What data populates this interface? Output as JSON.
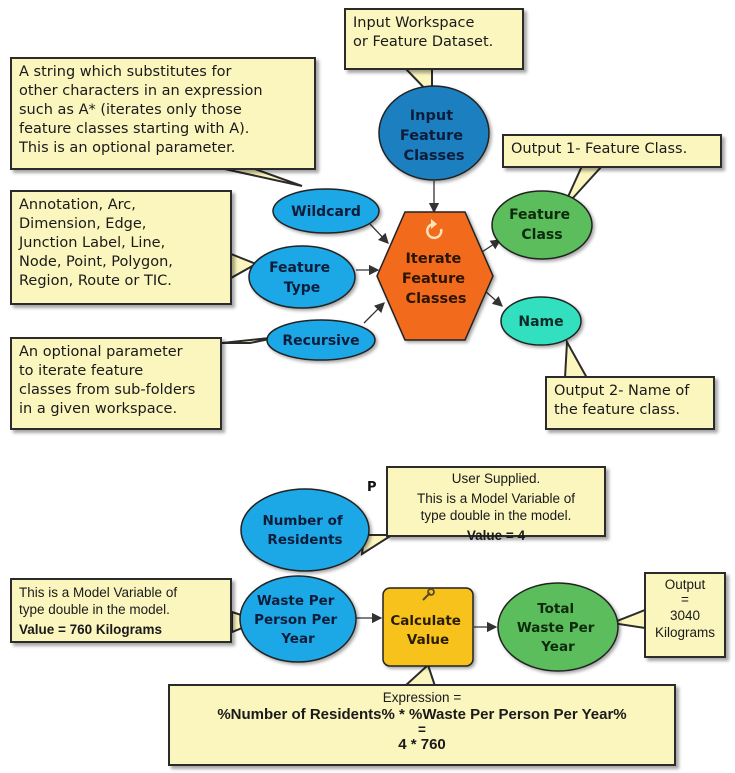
{
  "top_model": {
    "input_workspace_note": [
      "Input Workspace",
      "or Feature Dataset."
    ],
    "wildcard_note": [
      "A string which substitutes for",
      "other characters in an expression",
      "such as A* (iterates only those",
      "feature classes starting with A).",
      "This is an optional parameter."
    ],
    "feature_type_note": [
      "Annotation, Arc,",
      "Dimension, Edge,",
      "Junction Label, Line,",
      "Node, Point, Polygon,",
      "Region, Route or TIC."
    ],
    "recursive_note": [
      "An optional parameter",
      "to iterate feature",
      "classes from sub-folders",
      "in a given workspace."
    ],
    "output1_note": "Output 1- Feature Class.",
    "output2_note": [
      "Output 2- Name of",
      "the feature class."
    ],
    "input_feature_classes_label": [
      "Input",
      "Feature",
      "Classes"
    ],
    "wildcard_label": "Wildcard",
    "feature_type_label": [
      "Feature",
      "Type"
    ],
    "recursive_label": "Recursive",
    "iterate_label": [
      "Iterate",
      "Feature",
      "Classes"
    ],
    "feature_class_label": [
      "Feature",
      "Class"
    ],
    "name_label": "Name"
  },
  "bottom_model": {
    "p_marker": "P",
    "user_supplied_note": {
      "heading": "User Supplied.",
      "body": [
        "This is a Model Variable of",
        "type double in the model."
      ],
      "value": "Value = 4"
    },
    "waste_note": {
      "body": [
        "This is a Model Variable of",
        "type double in the model."
      ],
      "value": "Value = 760 Kilograms"
    },
    "output_note": [
      "Output",
      "=",
      "3040",
      "Kilograms"
    ],
    "number_of_residents_label": [
      "Number of",
      "Residents"
    ],
    "waste_per_person_label": [
      "Waste Per",
      "Person Per",
      "Year"
    ],
    "calculate_value_label": [
      "Calculate",
      "Value"
    ],
    "total_waste_label": [
      "Total",
      "Waste Per",
      "Year"
    ],
    "expression_note": {
      "line1": "Expression =",
      "line2": "%Number of Residents% * %Waste Per Person Per Year%",
      "line3": "=",
      "line4": "4 * 760"
    }
  },
  "colors": {
    "data_blue": "#1ea8e6",
    "input_blue": "#1b7fc0",
    "tool_orange": "#f26a1b",
    "output_green": "#5bbd5b",
    "name_teal": "#33e0c0",
    "tool_yellow": "#f7c21c",
    "note_fill": "#fbf5be"
  }
}
